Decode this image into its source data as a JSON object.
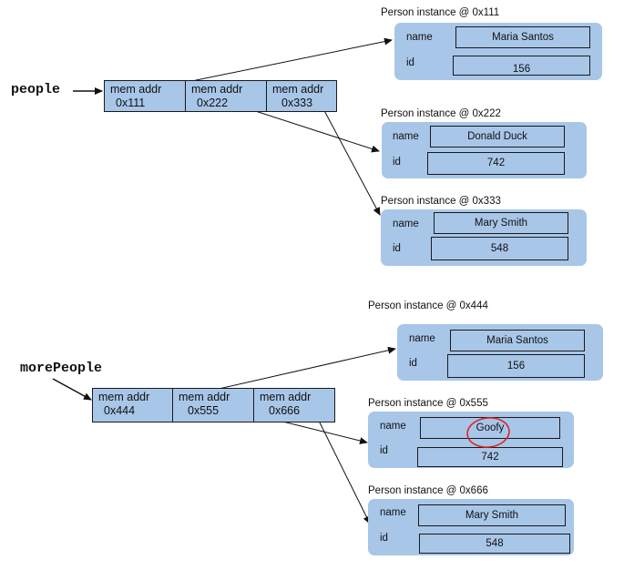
{
  "variables": {
    "people": "people",
    "morePeople": "morePeople"
  },
  "arrays": {
    "people": [
      {
        "label": "mem addr",
        "addr": "0x111"
      },
      {
        "label": "mem addr",
        "addr": "0x222"
      },
      {
        "label": "mem addr",
        "addr": "0x333"
      }
    ],
    "morePeople": [
      {
        "label": "mem addr",
        "addr": "0x444"
      },
      {
        "label": "mem addr",
        "addr": "0x555"
      },
      {
        "label": "mem addr",
        "addr": "0x666"
      }
    ]
  },
  "objects": [
    {
      "title": "Person instance @ 0x111",
      "name_label": "name",
      "id_label": "id",
      "name": "Maria Santos",
      "id": "156"
    },
    {
      "title": "Person instance @ 0x222",
      "name_label": "name",
      "id_label": "id",
      "name": "Donald Duck",
      "id": "742"
    },
    {
      "title": "Person instance @ 0x333",
      "name_label": "name",
      "id_label": "id",
      "name": "Mary Smith",
      "id": "548"
    },
    {
      "title": "Person instance @ 0x444",
      "name_label": "name",
      "id_label": "id",
      "name": "Maria Santos",
      "id": "156"
    },
    {
      "title": "Person instance @ 0x555",
      "name_label": "name",
      "id_label": "id",
      "name": "Goofy",
      "id": "742"
    },
    {
      "title": "Person instance @ 0x666",
      "name_label": "name",
      "id_label": "id",
      "name": "Mary Smith",
      "id": "548"
    }
  ],
  "colors": {
    "box_fill": "#a8c6e8",
    "stroke": "#1a1a1a",
    "highlight_circle": "#e02020"
  }
}
